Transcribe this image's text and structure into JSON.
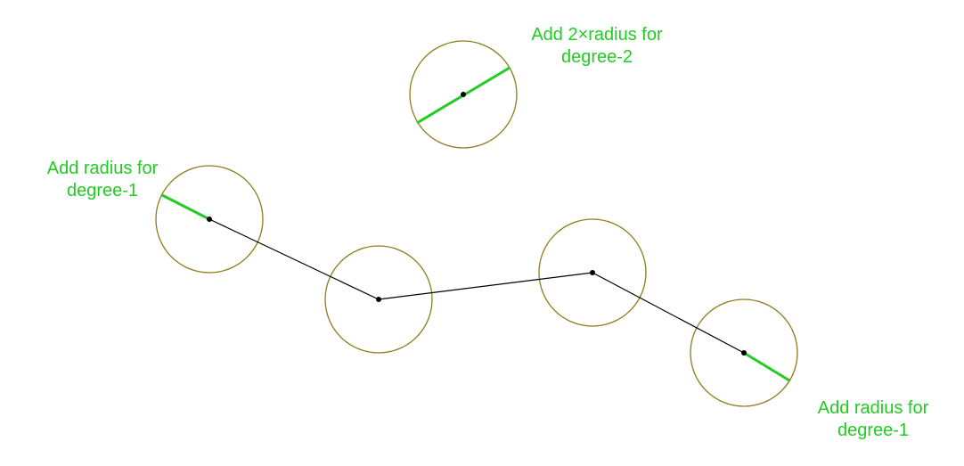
{
  "colors": {
    "circle": "#8b7d1a",
    "highlight": "#22cc22",
    "path": "#000000",
    "node": "#000000",
    "label": "#22cc22"
  },
  "labels": {
    "top": {
      "line1": "Add 2×radius for",
      "line2": "degree-2"
    },
    "left": {
      "line1": "Add radius for",
      "line2": "degree-1"
    },
    "bottom": {
      "line1": "Add radius for",
      "line2": "degree-1"
    }
  }
}
